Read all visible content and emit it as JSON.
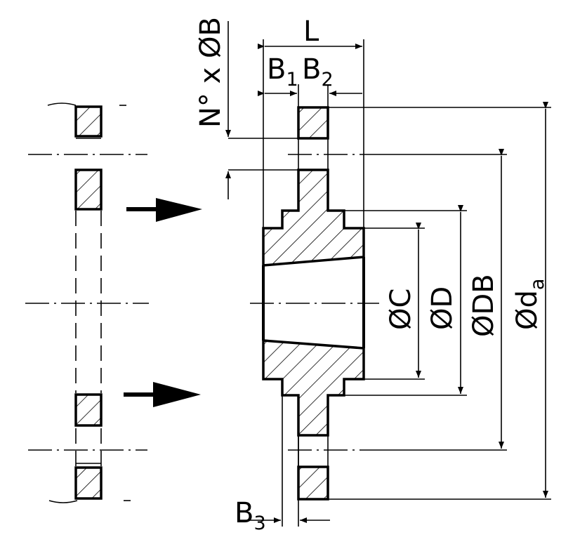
{
  "labels": {
    "L": "L",
    "B1_base": "B",
    "B1_sub": "1",
    "B2_base": "B",
    "B2_sub": "2",
    "B3_base": "B",
    "B3_sub": "3",
    "holes": "N° x ØB",
    "C": "ØC",
    "D": "ØD",
    "DB": "ØDB",
    "da_base": "Ød",
    "da_sub": "a"
  }
}
